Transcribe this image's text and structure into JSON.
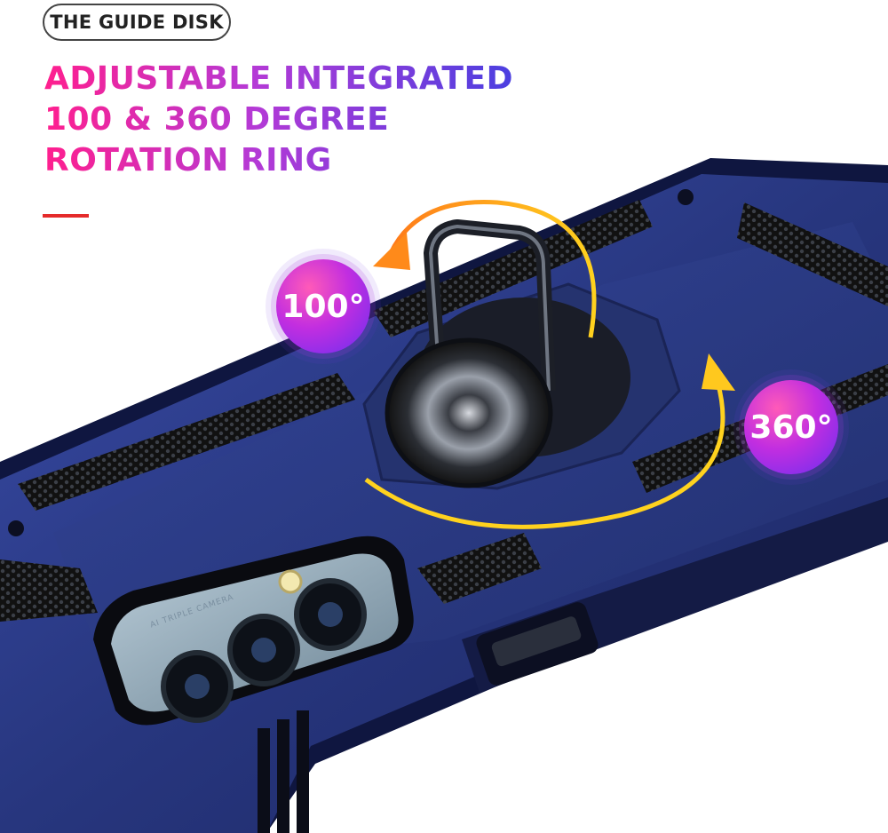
{
  "badge": {
    "label": "THE GUIDE DISK"
  },
  "headline": {
    "line1": "ADJUSTABLE INTEGRATED",
    "line2": "100 & 360 DEGREE",
    "line3": "ROTATION RING"
  },
  "angles": {
    "small": "100°",
    "large": "360°"
  },
  "camera": {
    "lens_text": "AI TRIPLE CAMERA"
  },
  "colors": {
    "case_blue": "#2a3a86",
    "arrow_orange": "#ff9a1a",
    "arrow_yellow": "#ffd21e",
    "title_gradient_start": "#ff1f8e",
    "title_gradient_end": "#4b3fe0",
    "accent_red": "#e52b2b"
  }
}
